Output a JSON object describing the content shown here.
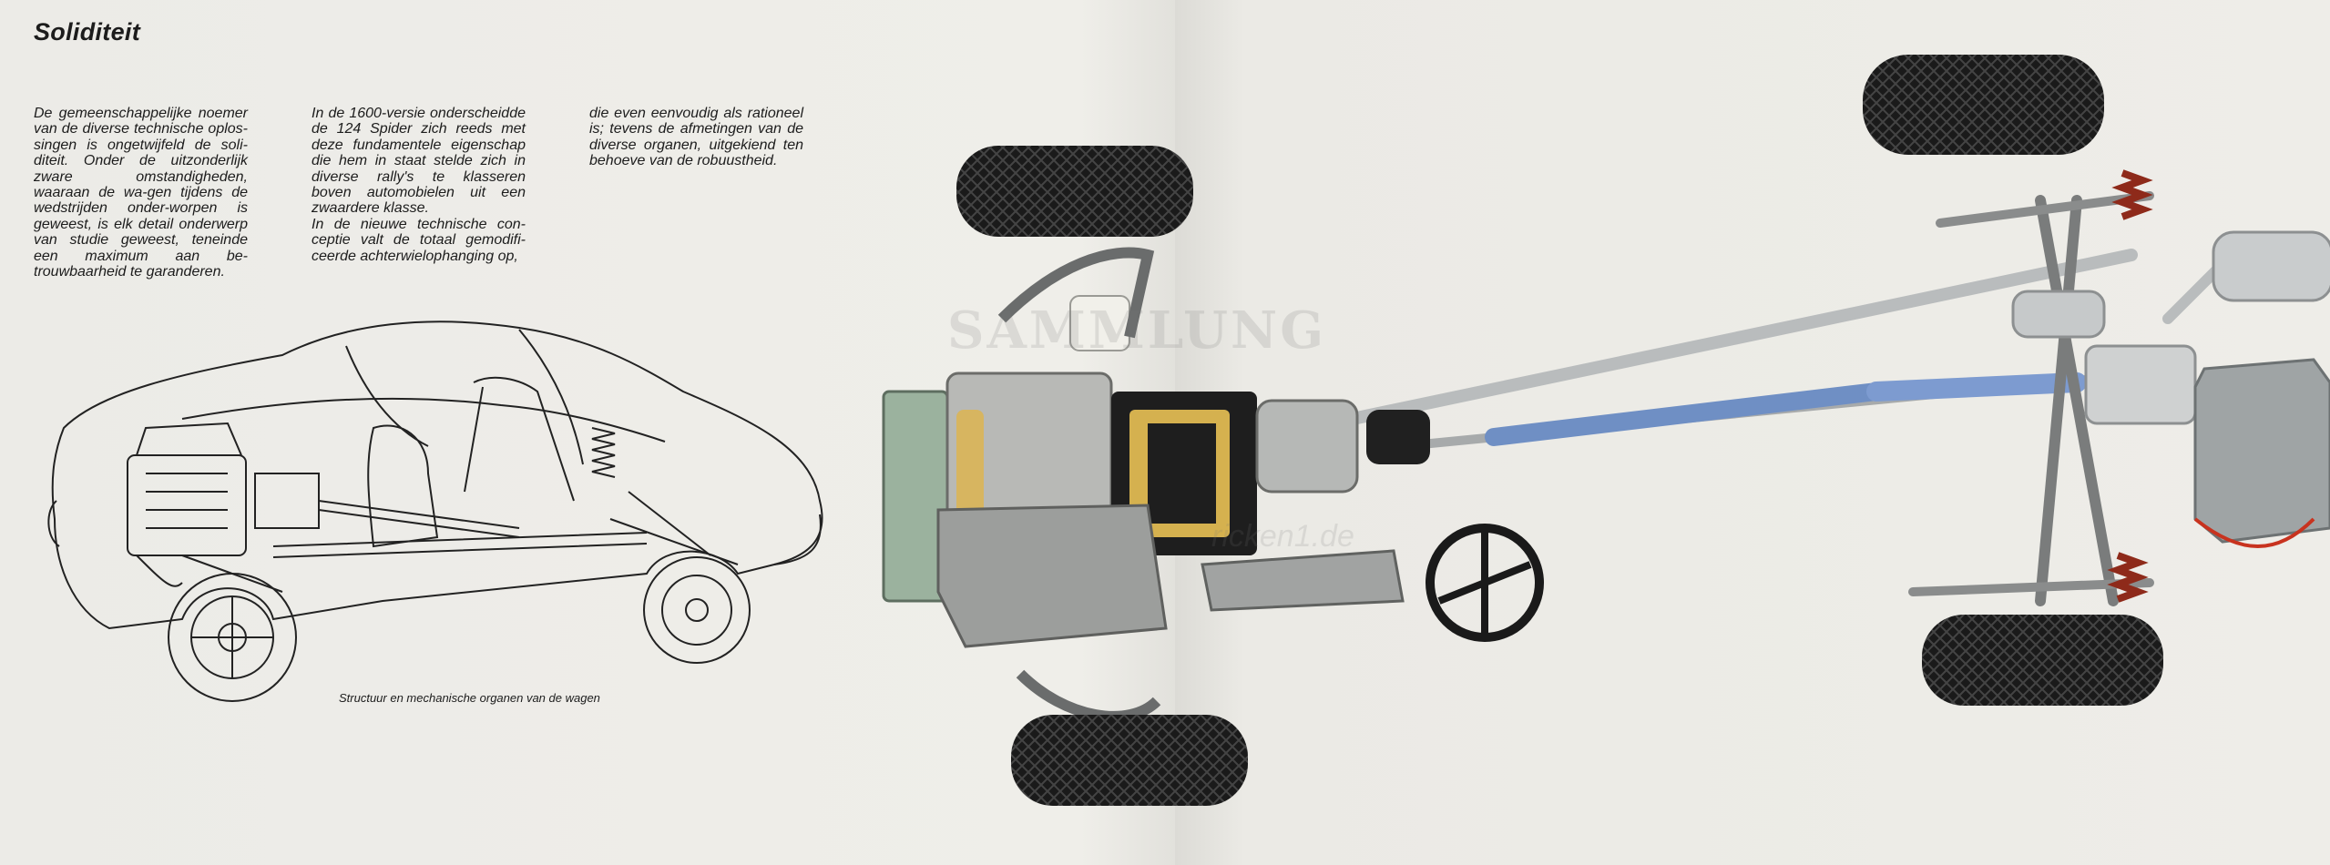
{
  "heading": "Soliditeit",
  "columns": [
    "De gemeenschappelijke noemer van de diverse technische oplos-singen is ongetwijfeld de soli-diteit. Onder de uitzonderlijk zware omstandigheden, waaraan de wa-gen tijdens de wedstrijden onder-worpen is geweest, is elk detail onderwerp van studie geweest, teneinde een maximum aan be-trouwbaarheid te garanderen.",
    "In de 1600-versie onderscheidde de 124 Spider zich reeds met deze fundamentele eigenschap die hem in staat stelde zich in diverse rally's te klasseren boven automobielen uit een zwaardere klasse.\nIn de nieuwe technische con-ceptie valt de totaal gemodifi-ceerde achterwielophanging op,",
    "die even eenvoudig als rationeel is; tevens de afmetingen van de diverse organen, uitgekiend ten behoeve van de robuustheid."
  ],
  "caption": "Structuur en mechanische organen van de wagen",
  "watermark": "SAMMLUNG",
  "watermark_sub": "ricken1.de",
  "colors": {
    "paper": "#ecebe6",
    "ink": "#1c1c1c",
    "tire": "#1a1a1a",
    "driveshaft": "#6f8fc4",
    "chassis_metal": "#9a9c9c",
    "fuel_line": "#c8331f"
  }
}
